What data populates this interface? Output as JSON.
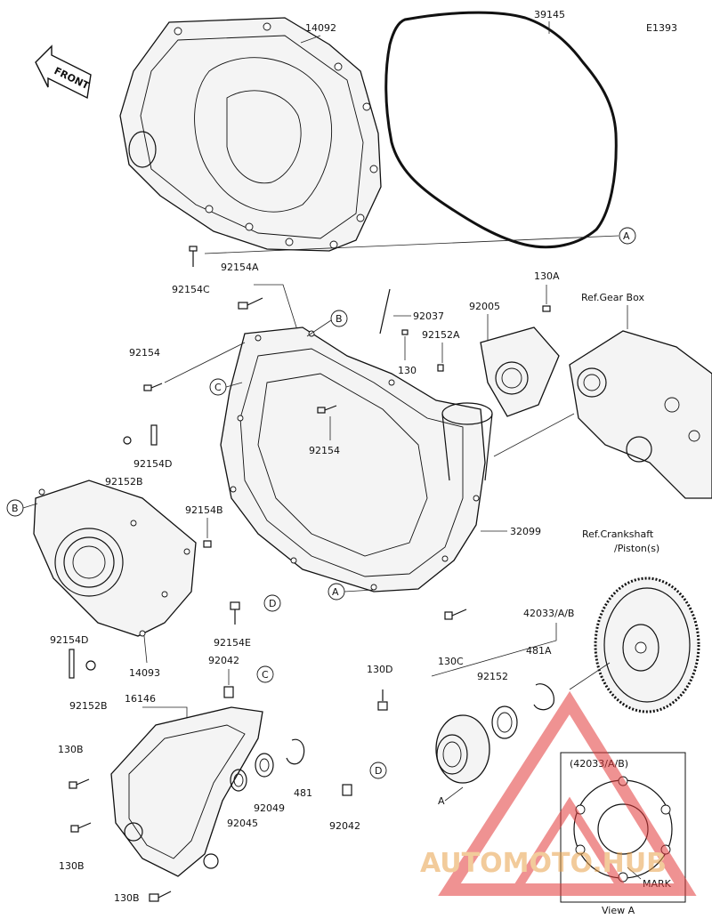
{
  "diagram_code": "E1393",
  "front_label": "FRONT",
  "refs": {
    "gear_box": "Ref.Gear Box",
    "crankshaft_line1": "Ref.Crankshaft",
    "crankshaft_line2": "/Piston(s)"
  },
  "view": {
    "title": "View A",
    "header": "(42033/A/B)",
    "mark": "MARK",
    "arrow_label": "A"
  },
  "circle_refs": [
    "A",
    "B",
    "C",
    "D"
  ],
  "parts": {
    "p14092": "14092",
    "p39145": "39145",
    "p92154C": "92154C",
    "p92154A": "92154A",
    "p92037": "92037",
    "p92005": "92005",
    "p130A": "130A",
    "p92152A": "92152A",
    "p130": "130",
    "p92154": "92154",
    "p92154_2": "92154",
    "p92154D": "92154D",
    "p92152B": "92152B",
    "p92154B": "92154B",
    "p32099": "32099",
    "p92154E": "92154E",
    "p130C": "130C",
    "p42033": "42033/A/B",
    "p92154D_2": "92154D",
    "p92152B_2": "92152B",
    "p14093": "14093",
    "p92042": "92042",
    "p16146": "16146",
    "p130D": "130D",
    "p481A": "481A",
    "p92152": "92152",
    "p130B": "130B",
    "p92045": "92045",
    "p92049": "92049",
    "p481": "481",
    "p92042_2": "92042",
    "p130B_2": "130B",
    "p130B_3": "130B"
  },
  "watermark": "AUTOMOTO.HUB"
}
